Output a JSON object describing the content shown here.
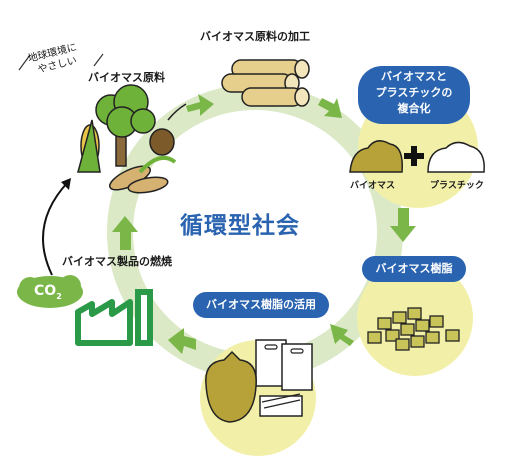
{
  "center_title": "循環型社会",
  "tagline": {
    "line1": "地球環境に",
    "line2": "やさしい"
  },
  "stages": {
    "biomass_raw": "バイオマス原料",
    "processing": "バイオマス原料の加工",
    "composite": {
      "line1": "バイオマスと",
      "line2": "プラスチックの",
      "line3": "複合化"
    },
    "biomass_label": "バイオマス",
    "plastic_label": "プラスチック",
    "resin": "バイオマス樹脂",
    "use": "バイオマス樹脂の活用",
    "burning": "バイオマス製品の燃焼"
  },
  "co2": {
    "base": "CO",
    "sub": "2"
  },
  "colors": {
    "ring": "#dbe9c6",
    "arrow": "#7ab648",
    "bubble": "#2a64b0",
    "highlight": "#f2f0a8",
    "center_text": "#2a64b0"
  }
}
